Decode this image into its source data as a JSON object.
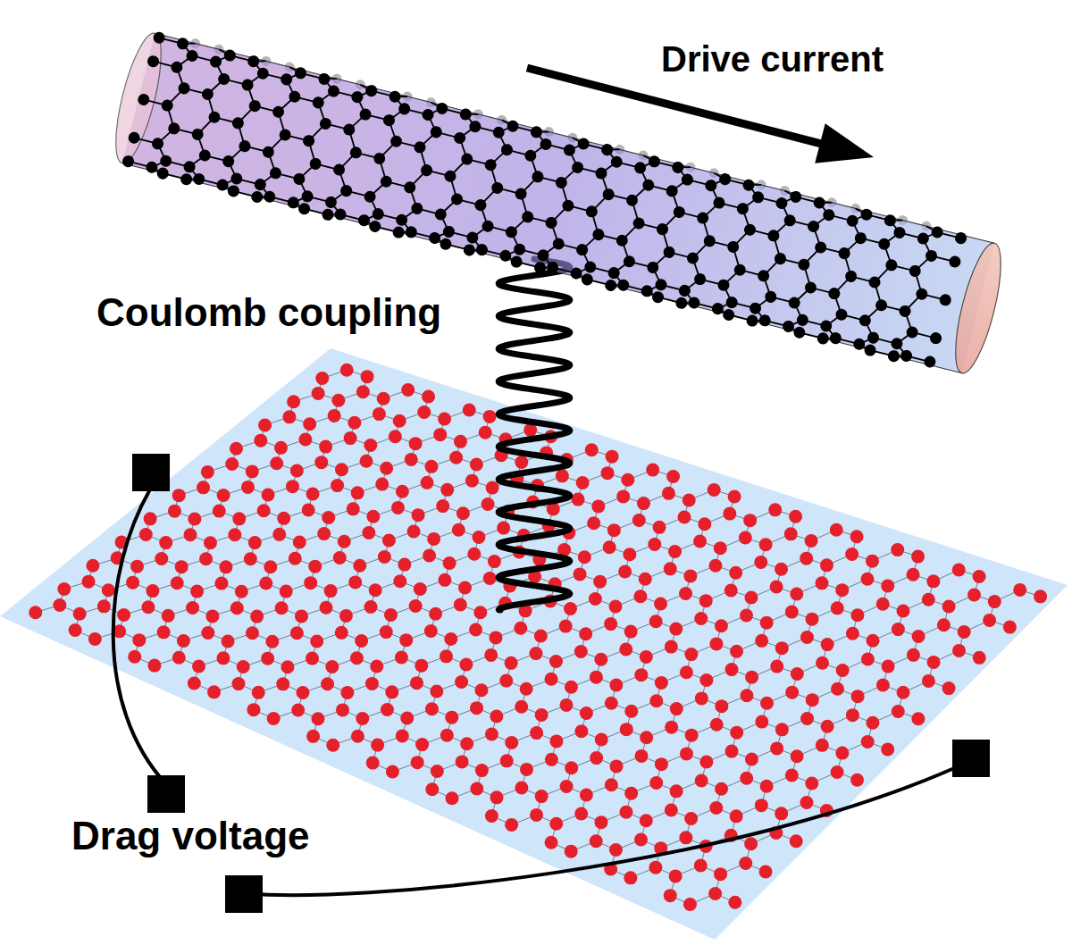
{
  "diagram": {
    "labels": [
      "Drive current",
      "Coulomb coupling",
      "Drag voltage"
    ]
  }
}
